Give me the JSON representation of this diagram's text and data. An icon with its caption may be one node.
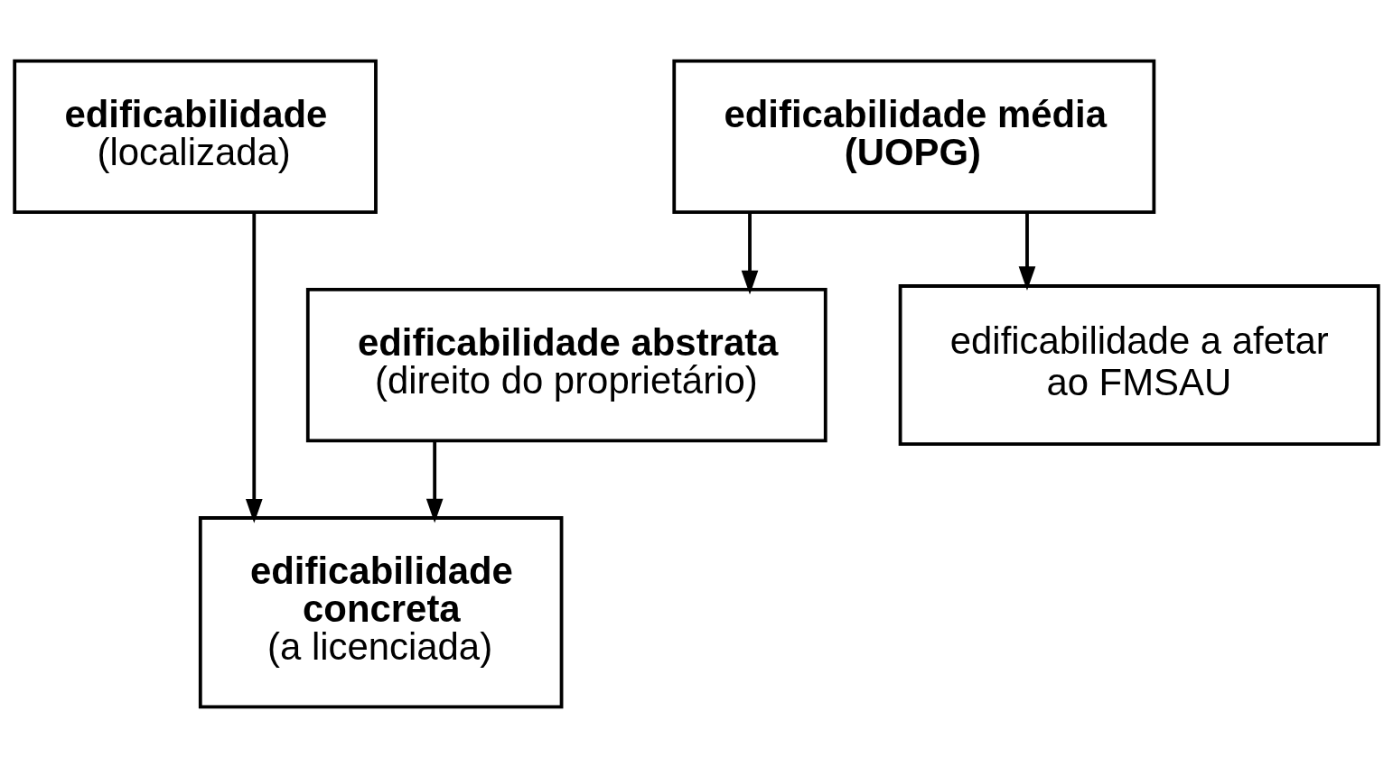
{
  "diagram": {
    "nodes": [
      {
        "text": [
          "edificabilidade",
          "(localizada)"
        ]
      },
      {
        "text": [
          "edificabilidade média (UOPG)"
        ]
      },
      {
        "text": [
          "edificabilidade abstrata",
          "(direito do proprietário)"
        ]
      },
      {
        "text": [
          "edificabilidade a afetar ao FMSAU"
        ]
      },
      {
        "text": [
          "edificabilidade concreta",
          "(a licenciada)"
        ]
      }
    ],
    "edges": [
      {
        "from": 0,
        "to": 4,
        "arrow": "to"
      },
      {
        "from": 1,
        "to": 2,
        "arrow": "to"
      },
      {
        "from": 1,
        "to": 3,
        "arrow": "to"
      },
      {
        "from": 2,
        "to": 4,
        "arrow": "to"
      }
    ]
  }
}
